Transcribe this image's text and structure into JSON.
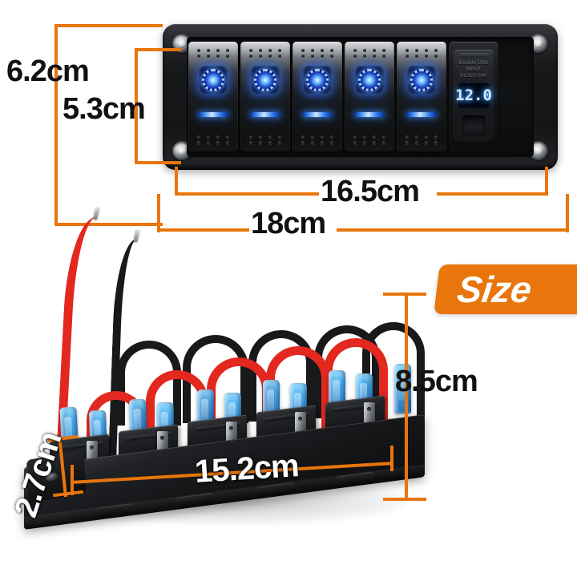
{
  "product": {
    "type": "marine-rocker-switch-panel",
    "switch_count": 5,
    "module_label_line1": "Double USB",
    "module_label_line2": "INPUT",
    "module_label_line3": "DC12V-24V",
    "voltmeter_reading": "12.0"
  },
  "badge": {
    "label": "Size",
    "color": "#e8760c"
  },
  "dimensions": {
    "panel_height_outer": "6.2cm",
    "panel_height_inner": "5.3cm",
    "panel_width_inner": "16.5cm",
    "panel_width_outer": "18cm",
    "body_height": "8.5cm",
    "body_width": "15.2cm",
    "body_depth": "2.7cm"
  },
  "colors": {
    "accent_orange": "#e8760c",
    "panel_black": "#141517",
    "led_blue": "#2f7df0",
    "wire_red": "#e2281f",
    "wire_black": "#18191b",
    "connector_blue": "#46afe0",
    "background": "#ffffff"
  }
}
